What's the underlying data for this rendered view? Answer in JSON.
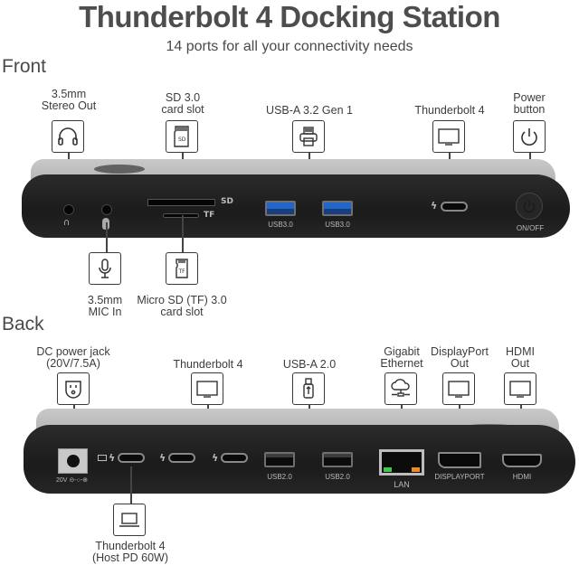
{
  "header": {
    "title": "Thunderbolt 4 Docking Station",
    "subtitle": "14 ports for all your connectivity needs"
  },
  "front": {
    "section_label": "Front",
    "callouts_top": [
      {
        "label_line1": "3.5mm",
        "label_line2": "Stereo Out",
        "icon": "headphones-icon"
      },
      {
        "label_line1": "SD 3.0",
        "label_line2": "card slot",
        "icon": "sd-card-icon",
        "icon_text": "SD"
      },
      {
        "label_line1": "USB-A 3.2 Gen 1",
        "label_line2": "",
        "icon": "printer-icon"
      },
      {
        "label_line1": "Thunderbolt 4",
        "label_line2": "",
        "icon": "monitor-icon"
      },
      {
        "label_line1": "Power",
        "label_line2": "button",
        "icon": "power-icon"
      }
    ],
    "callouts_bottom": [
      {
        "label_line1": "3.5mm",
        "label_line2": "MIC In",
        "icon": "microphone-icon"
      },
      {
        "label_line1": "Micro SD (TF) 3.0",
        "label_line2": "card slot",
        "icon": "micro-sd-icon",
        "icon_text": "TF"
      }
    ],
    "port_labels": {
      "sd": "SD",
      "tf": "TF",
      "usb_left": "USB3.0",
      "usb_right": "USB3.0",
      "power": "ON/OFF"
    }
  },
  "back": {
    "section_label": "Back",
    "callouts_top": [
      {
        "label_line1": "DC power jack",
        "label_line2": "(20V/7.5A)",
        "icon": "power-outlet-icon"
      },
      {
        "label_line1": "Thunderbolt 4",
        "label_line2": "",
        "icon": "monitor-icon"
      },
      {
        "label_line1": "USB-A 2.0",
        "label_line2": "",
        "icon": "usb-drive-icon"
      },
      {
        "label_line1": "Gigabit",
        "label_line2": "Ethernet",
        "icon": "cloud-network-icon"
      },
      {
        "label_line1": "DisplayPort",
        "label_line2": "Out",
        "icon": "monitor-icon"
      },
      {
        "label_line1": "HDMI",
        "label_line2": "Out",
        "icon": "monitor-icon"
      }
    ],
    "callouts_bottom": [
      {
        "label_line1": "Thunderbolt 4",
        "label_line2": "(Host PD 60W)",
        "icon": "laptop-icon"
      }
    ],
    "port_labels": {
      "dc": "20V",
      "usb_left": "USB2.0",
      "usb_right": "USB2.0",
      "lan": "LAN",
      "displayport": "DISPLAYPORT",
      "hdmi": "HDMI"
    }
  },
  "colors": {
    "usb3_blue": "#2266c9",
    "lan_led_green": "#3ec94a",
    "lan_led_orange": "#f08a24",
    "dock_body": "#1f1f1f",
    "dock_top": "#b8b8b8"
  }
}
